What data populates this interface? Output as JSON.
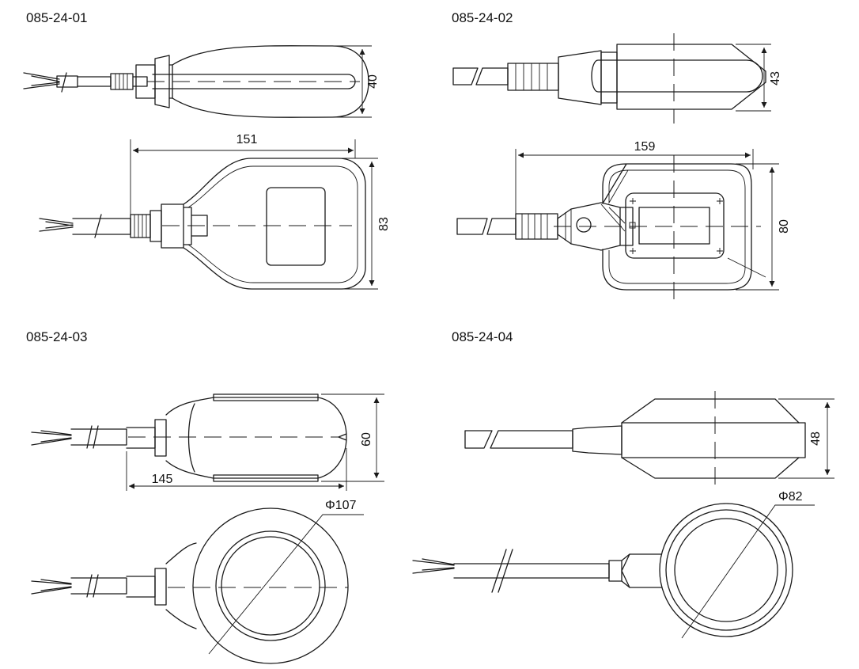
{
  "drawings": [
    {
      "part": "085-24-01",
      "dims": {
        "height": "40",
        "length": "151",
        "width": "83"
      }
    },
    {
      "part": "085-24-02",
      "dims": {
        "height": "43",
        "length": "159",
        "width": "80"
      }
    },
    {
      "part": "085-24-03",
      "dims": {
        "height": "60",
        "length": "145",
        "diameter": "Φ107"
      }
    },
    {
      "part": "085-24-04",
      "dims": {
        "height": "48",
        "diameter": "Φ82"
      }
    }
  ],
  "colors": {
    "line": "#1a1a1a",
    "background": "#ffffff"
  }
}
